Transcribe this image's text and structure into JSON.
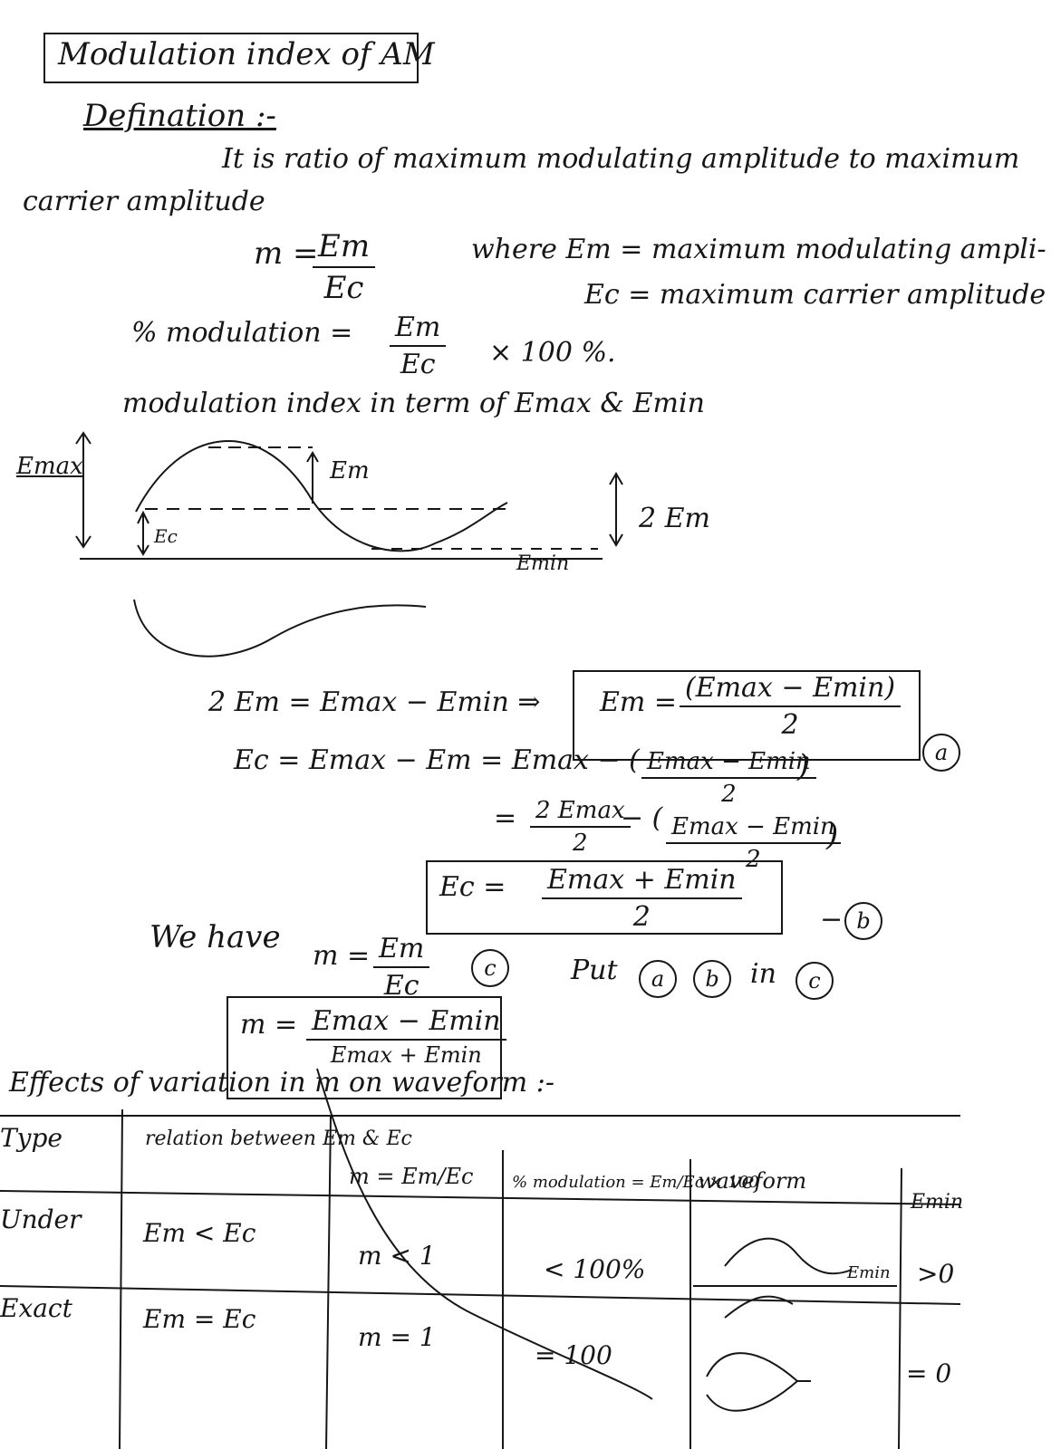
{
  "title": "Modulation index of AM",
  "definition": {
    "heading": "Defination :-",
    "line1": "It is ratio of maximum modulating amplitude to maximum",
    "line2": "carrier amplitude"
  },
  "formula_m": {
    "lhs": "m =",
    "num": "Em",
    "den": "Ec"
  },
  "where": {
    "line1": "where  Em = maximum modulating ampli-",
    "line2": "Ec = maximum carrier amplitude"
  },
  "percent_modulation": {
    "lhs": "% modulation =",
    "num": "Em",
    "den": "Ec",
    "rhs": "× 100   %."
  },
  "subheading": "modulation index in term of  Emax & Emin",
  "diagram": {
    "emax_label": "Emax",
    "em_label": "Em",
    "ec_label": "Ec",
    "two_em_label": "2 Em",
    "emin_label": "Emin"
  },
  "derivation": {
    "line1": "2 Em = Emax − Emin  ⇒",
    "line1_box_lhs": "Em =",
    "line1_box_num": "(Emax − Emin)",
    "line1_box_den": "2",
    "tag_a": "a",
    "line2_lhs": "Ec =  Emax − Em  =  Emax − (",
    "line2_num": "Emax − Emin",
    "line2_den": "2",
    "line3_lhs": "=",
    "line3_num1": "2 Emax",
    "line3_den1": "2",
    "line3_num2": "Emax − Emin",
    "line3_den2": "2",
    "box_b_lhs": "Ec  =",
    "box_b_num": "Emax + Emin",
    "box_b_den": "2",
    "tag_b": "b"
  },
  "we_have": {
    "text": "We have",
    "lhs": "m =",
    "num": "Em",
    "den": "Ec",
    "tag_c": "c",
    "put_text": "Put",
    "put_a": "a",
    "put_b": "b",
    "in_text": "in",
    "put_c": "c"
  },
  "final": {
    "lhs": "m =",
    "num": "Emax − Emin",
    "den": "Emax + Emin"
  },
  "effects_heading": "Effects of variation in m on waveform :-",
  "table": {
    "headers": [
      "Type",
      "relation between Em & Ec",
      "m = Em/Ec",
      "% modulation = Em/Ec × 100",
      "waveform",
      "Emin"
    ],
    "rows": [
      [
        "Under",
        "Em < Ec",
        "m < 1",
        "< 100%",
        "Emin",
        ">0"
      ],
      [
        "Exact",
        "Em = Ec",
        "m = 1",
        "= 100",
        "",
        "= 0"
      ]
    ]
  }
}
